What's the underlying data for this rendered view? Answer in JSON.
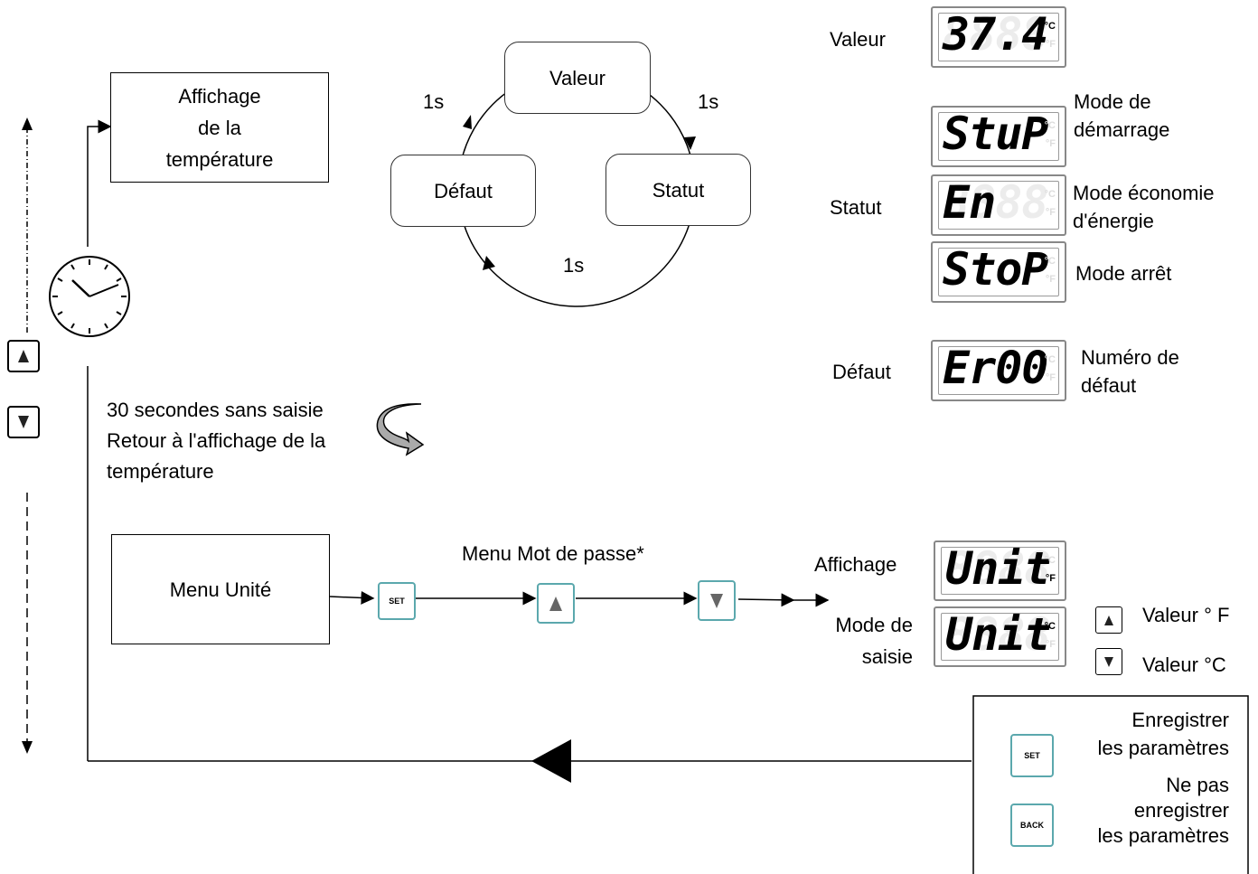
{
  "left": {
    "temp_display_box": "Affichage\nde la\ntempérature",
    "timeout_text": "30 secondes sans saisie\nRetour à l'affichage de la\ntempérature",
    "unit_menu_box": "Menu Unité"
  },
  "cycle": {
    "top_box": "Valeur",
    "left_box": "Défaut",
    "right_box": "Statut",
    "label_top_left": "1s",
    "label_top_right": "1s",
    "label_bottom": "1s"
  },
  "displays": {
    "valeur_label": "Valeur",
    "valeur_digits": "37.4",
    "statut_label": "Statut",
    "stup_digits": "StuP",
    "stup_desc": "Mode de\ndémarrage",
    "en_digits": "En",
    "en_desc": "Mode économie\nd'énergie",
    "stop_digits": "StoP",
    "stop_desc": "Mode arrêt",
    "defaut_label": "Défaut",
    "er_digits": "Er00",
    "er_desc": "Numéro de\ndéfaut",
    "unit_c": "°C",
    "unit_f": "°F"
  },
  "unit_menu": {
    "password_label": "Menu Mot de passe*",
    "set_key": "SET",
    "affichage_label": "Affichage",
    "saisie_label": "Mode de\nsaisie",
    "unit_digits": "Unit",
    "valeur_f": "Valeur ° F",
    "valeur_c": "Valeur °C"
  },
  "legend": {
    "save_text": "Enregistrer\nles paramètres",
    "nosave_text": "Ne pas\nenregistrer\nles paramètres",
    "set_key": "SET",
    "back_key": "BACK"
  },
  "colors": {
    "key_border": "#5ba8ad",
    "lcd_border": "#888888"
  },
  "icons": [
    "clock-icon",
    "up-arrow-key-icon",
    "down-arrow-key-icon",
    "return-arrow-icon"
  ]
}
